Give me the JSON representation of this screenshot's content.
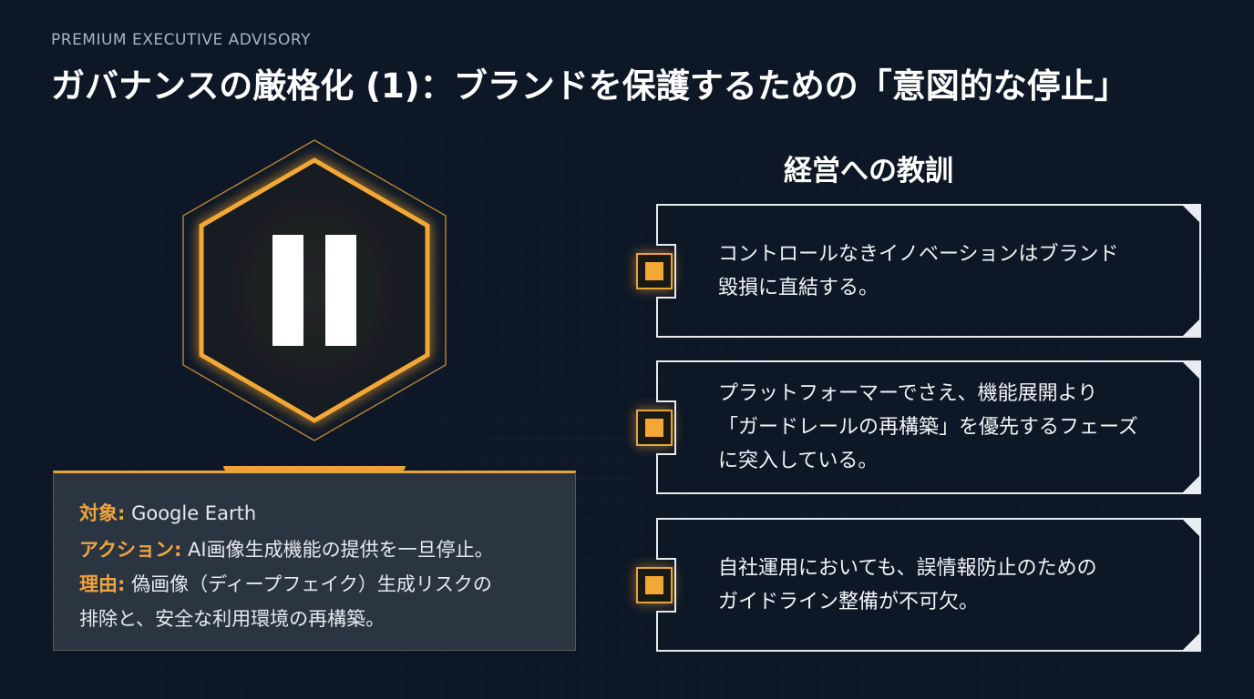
{
  "header": {
    "kicker": "PREMIUM EXECUTIVE ADVISORY",
    "title": "ガバナンスの厳格化 (1)：ブランドを保護するための「意図的な停止」"
  },
  "icons": {
    "main": "pause-icon",
    "bullet": "square-bullet-icon"
  },
  "info_box": {
    "target_label": "対象:",
    "target_value": " Google Earth",
    "action_label": "アクション:",
    "action_value": " AI画像生成機能の提供を一旦停止。",
    "reason_label": "理由:",
    "reason_value_line1": " 偽画像（ディープフェイク）生成リスクの",
    "reason_value_line2": "排除と、安全な利用環境の再構築。"
  },
  "lessons": {
    "title": "経営への教訓",
    "items": [
      {
        "lines": [
          "コントロールなきイノベーションはブランド",
          "毀損に直結する。"
        ]
      },
      {
        "lines": [
          "プラットフォーマーでさえ、機能展開より",
          "「ガードレールの再構築」を優先するフェーズ",
          "に突入している。"
        ]
      },
      {
        "lines": [
          "自社運用においても、誤情報防止のための",
          "ガイドライン整備が不可欠。"
        ]
      }
    ]
  },
  "colors": {
    "background": "#0d1726",
    "accent": "#f3a836",
    "text": "#ffffff"
  }
}
